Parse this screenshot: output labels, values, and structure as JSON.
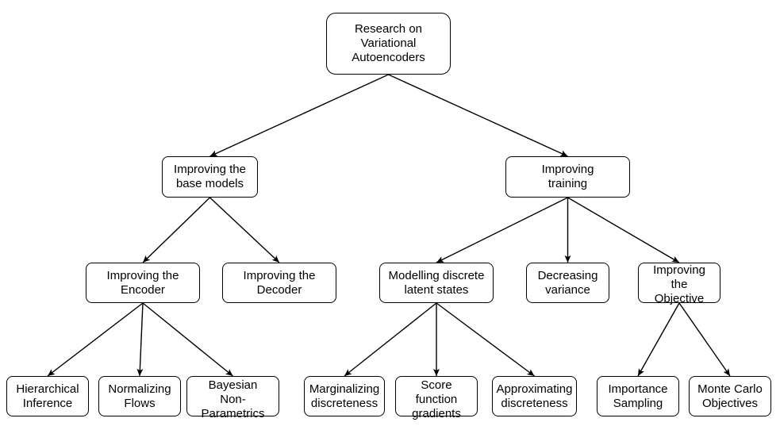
{
  "nodes": {
    "root": "Research on\nVariational\nAutoencoders",
    "base_models": "Improving the\nbase models",
    "training": "Improving\ntraining",
    "encoder": "Improving the\nEncoder",
    "decoder": "Improving the\nDecoder",
    "discrete": "Modelling discrete\nlatent states",
    "variance": "Decreasing\nvariance",
    "objective": "Improving\nthe\nObjective",
    "hierarchical": "Hierarchical\nInference",
    "normalizing": "Normalizing\nFlows",
    "bayesian": "Bayesian\nNon-\nParametrics",
    "marginalizing": "Marginalizing\ndiscreteness",
    "score": "Score\nfunction\ngradients",
    "approximating": "Approximating\ndiscreteness",
    "importance": "Importance\nSampling",
    "montecarlo": "Monte Carlo\nObjectives"
  },
  "edges": [
    [
      "root",
      "base_models"
    ],
    [
      "root",
      "training"
    ],
    [
      "base_models",
      "encoder"
    ],
    [
      "base_models",
      "decoder"
    ],
    [
      "training",
      "discrete"
    ],
    [
      "training",
      "variance"
    ],
    [
      "training",
      "objective"
    ],
    [
      "encoder",
      "hierarchical"
    ],
    [
      "encoder",
      "normalizing"
    ],
    [
      "encoder",
      "bayesian"
    ],
    [
      "discrete",
      "marginalizing"
    ],
    [
      "discrete",
      "score"
    ],
    [
      "discrete",
      "approximating"
    ],
    [
      "objective",
      "importance"
    ],
    [
      "objective",
      "montecarlo"
    ]
  ],
  "colors": {
    "stroke": "#000000",
    "fill": "#ffffff"
  }
}
